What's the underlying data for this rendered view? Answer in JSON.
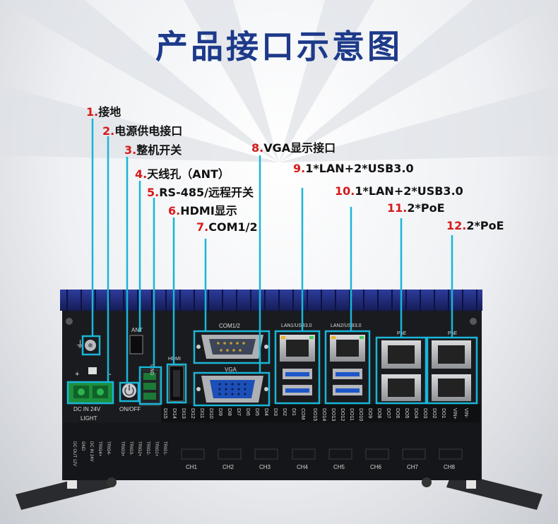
{
  "title": "产品接口示意图",
  "labels": [
    {
      "num": "1.",
      "text": "接地"
    },
    {
      "num": "2.",
      "text": "电源供电接口"
    },
    {
      "num": "3.",
      "text": "整机开关"
    },
    {
      "num": "4.",
      "text": "天线孔（ANT）"
    },
    {
      "num": "5.",
      "text": "RS-485/远程开关"
    },
    {
      "num": "6.",
      "text": "HDMI显示"
    },
    {
      "num": "7.",
      "text": "COM1/2"
    },
    {
      "num": "8.",
      "text": "VGA显示接口"
    },
    {
      "num": "9.",
      "text": "1*LAN+2*USB3.0"
    },
    {
      "num": "10.",
      "text": "1*LAN+2*USB3.0"
    },
    {
      "num": "11.",
      "text": "2*PoE"
    },
    {
      "num": "12.",
      "text": "2*PoE"
    }
  ],
  "panel": {
    "ant": "ANT",
    "hdmi": "HDMI",
    "com": "COM1/2",
    "vga": "VGA",
    "lan1": "LAN1/USB3.0",
    "lan2": "LAN2/USB3.0",
    "poe1": "PoE",
    "poe2": "PoE",
    "plus": "+",
    "minus": "-",
    "power_in": "DC   IN   24V",
    "light": "LIGHT",
    "onoff": "ON/OFF",
    "gnd": "GND",
    "dio_left": [
      "DI15",
      "DI14",
      "DI13",
      "DI12",
      "DI11",
      "DI10",
      "DI9",
      "DI8",
      "DI7",
      "DI6",
      "DI5",
      "DI4",
      "DI3",
      "DI2",
      "DI1",
      "COM"
    ],
    "dio_right": [
      "DO15",
      "DO14",
      "DO13",
      "DO12",
      "DO11",
      "DO10",
      "DO9",
      "DO8",
      "DO7",
      "DO6",
      "DO5",
      "DO4",
      "DO3",
      "DO2",
      "DO1",
      "VIN+",
      "VIN-"
    ],
    "trig": [
      "DC OUT 12V",
      "GND",
      "DC IN 24V",
      "TRIG4+",
      "TRIG4-",
      "TRIG3+",
      "TRIG3-",
      "TRIG2+",
      "TRIG2-",
      "TRIG1+",
      "TRIG1-"
    ],
    "channels": [
      "CH1",
      "CH2",
      "CH3",
      "CH4",
      "CH5",
      "CH6",
      "CH7",
      "CH8"
    ]
  },
  "colors": {
    "title": "#1d3a8a",
    "number": "#d61a1a",
    "callout": "#19b6d8",
    "case_top": "#1f2a73",
    "body": "#1a1b1e"
  }
}
